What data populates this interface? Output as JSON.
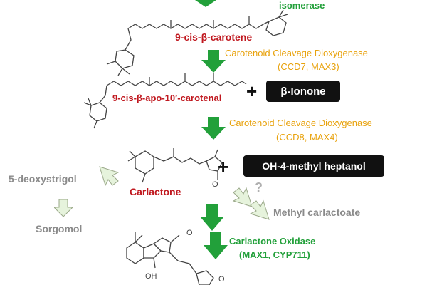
{
  "enzymes": {
    "isomerase": "isomerase",
    "ccd7_name": "Carotenoid Cleavage Dioxygenase",
    "ccd7_ids": "(CCD7, MAX3)",
    "ccd8_name": "Carotenoid Cleavage Dioxygenase",
    "ccd8_ids": "(CCD8, MAX4)",
    "cl_oxidase_name": "Carlactone Oxidase",
    "cl_oxidase_ids": "(MAX1, CYP711)"
  },
  "compounds": {
    "nine_cis_beta_carotene": "9-cis-β-carotene",
    "apo_carotenal": "9-cis-β-apo-10′-carotenal",
    "carlactone": "Carlactone",
    "beta_ionone": "β-Ionone",
    "oh_methyl_heptanol": "OH-4-methyl heptanol",
    "deoxystrigol": "5-deoxystrigol",
    "sorgomol": "Sorgomol",
    "methyl_carlactoate": "Methyl carlactoate",
    "hydroxyl_label": "OH"
  },
  "symbols": {
    "plus": "+",
    "question": "?"
  },
  "colors": {
    "arrow_green": "#22a03a",
    "arrow_light": "#e6f3dc",
    "red_label": "#c0181f",
    "gold_text": "#e8a20c",
    "gray_text": "#8a8a8a"
  }
}
